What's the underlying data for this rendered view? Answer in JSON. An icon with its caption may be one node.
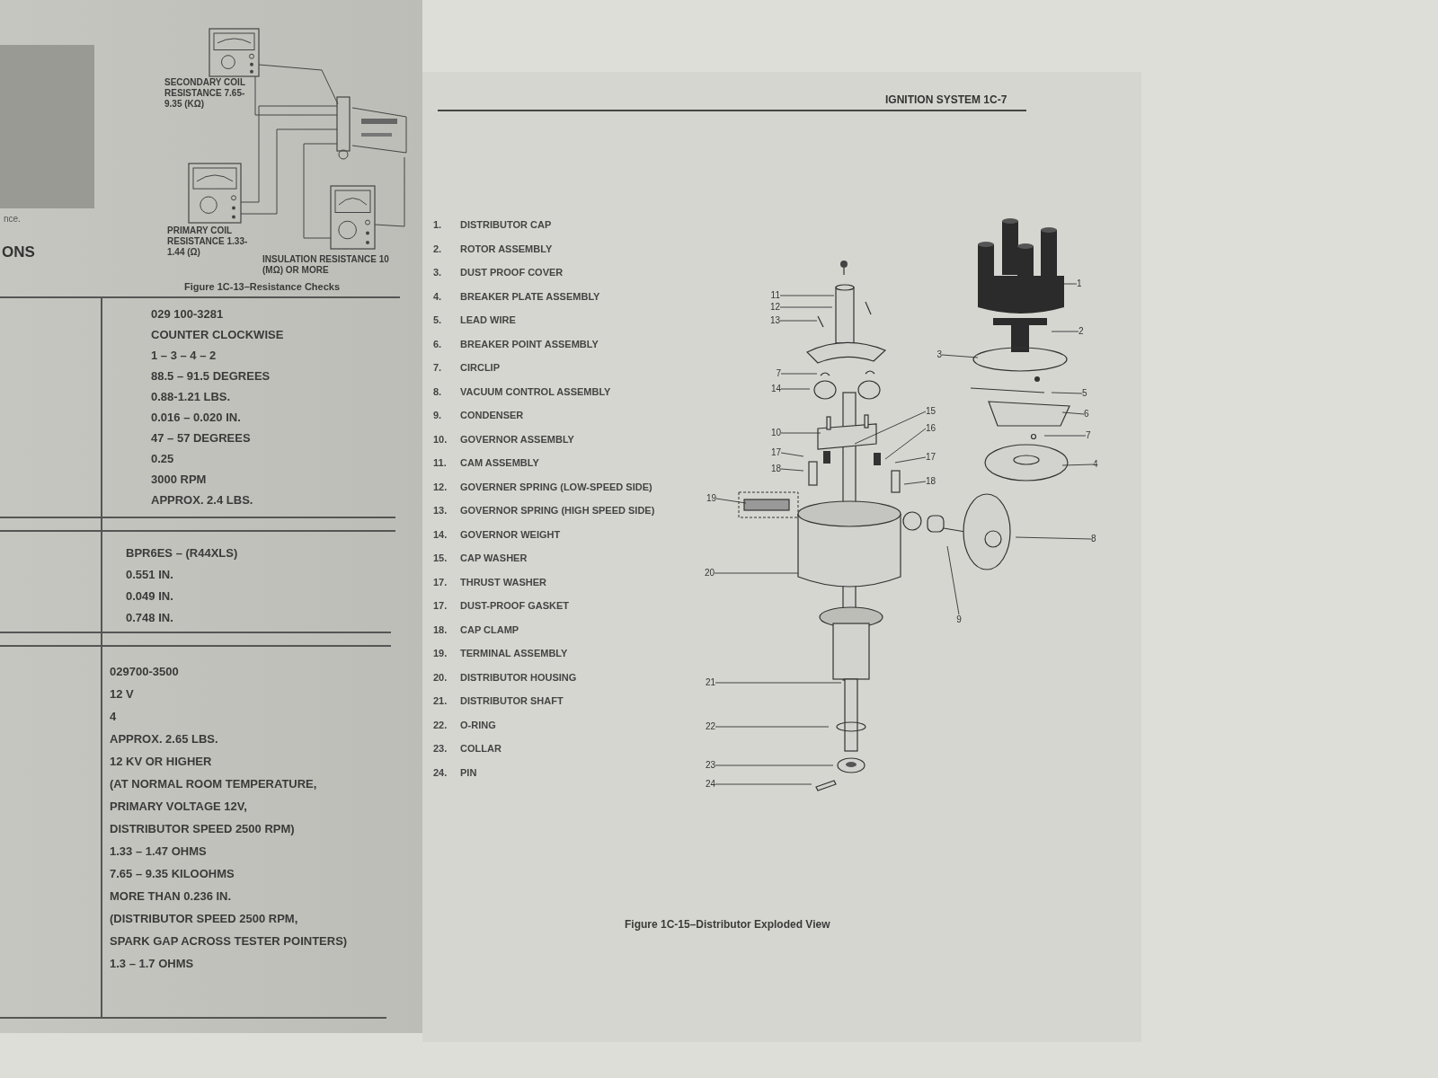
{
  "diagram": {
    "caption": "Figure 1C-15–Distributor Exploded View",
    "nodes": [
      {
        "text": [
          "1"
        ]
      },
      {
        "text": [
          "11"
        ]
      },
      {
        "text": [
          "12"
        ]
      },
      {
        "text": [
          "13"
        ]
      },
      {
        "text": [
          "2"
        ]
      },
      {
        "text": [
          "3"
        ]
      },
      {
        "text": [
          "7"
        ]
      },
      {
        "text": [
          "14"
        ]
      },
      {
        "text": [
          "5"
        ]
      },
      {
        "text": [
          "15"
        ]
      },
      {
        "text": [
          "6"
        ]
      },
      {
        "text": [
          "16"
        ]
      },
      {
        "text": [
          "10"
        ]
      },
      {
        "text": [
          "7"
        ]
      },
      {
        "text": [
          "17"
        ]
      },
      {
        "text": [
          "17"
        ]
      },
      {
        "text": [
          "4"
        ]
      },
      {
        "text": [
          "18"
        ]
      },
      {
        "text": [
          "18"
        ]
      },
      {
        "text": [
          "19"
        ]
      },
      {
        "text": [
          "8"
        ]
      },
      {
        "text": [
          "20"
        ]
      },
      {
        "text": [
          "9"
        ]
      },
      {
        "text": [
          "21"
        ]
      },
      {
        "text": [
          "22"
        ]
      },
      {
        "text": [
          "23"
        ]
      },
      {
        "text": [
          "24"
        ]
      }
    ],
    "edges": [
      {
        "from": 0,
        "to": null,
        "arrow": "none"
      },
      {
        "from": 1,
        "to": null,
        "arrow": "none"
      },
      {
        "from": 2,
        "to": null,
        "arrow": "none"
      },
      {
        "from": 3,
        "to": null,
        "arrow": "none"
      },
      {
        "from": 4,
        "to": null,
        "arrow": "none"
      },
      {
        "from": 5,
        "to": null,
        "arrow": "none"
      },
      {
        "from": 6,
        "to": null,
        "arrow": "none"
      },
      {
        "from": 7,
        "to": null,
        "arrow": "none"
      },
      {
        "from": 8,
        "to": null,
        "arrow": "none"
      },
      {
        "from": 9,
        "to": null,
        "arrow": "none"
      },
      {
        "from": 10,
        "to": null,
        "arrow": "none"
      },
      {
        "from": 11,
        "to": null,
        "arrow": "none"
      },
      {
        "from": 12,
        "to": null,
        "arrow": "none"
      },
      {
        "from": 13,
        "to": null,
        "arrow": "none"
      },
      {
        "from": 14,
        "to": null,
        "arrow": "none"
      },
      {
        "from": 15,
        "to": null,
        "arrow": "none"
      },
      {
        "from": 16,
        "to": null,
        "arrow": "none"
      },
      {
        "from": 17,
        "to": null,
        "arrow": "none"
      },
      {
        "from": 18,
        "to": null,
        "arrow": "none"
      },
      {
        "from": 19,
        "to": null,
        "arrow": "none"
      },
      {
        "from": 20,
        "to": null,
        "arrow": "none"
      },
      {
        "from": 21,
        "to": null,
        "arrow": "none"
      },
      {
        "from": 22,
        "to": null,
        "arrow": "none"
      },
      {
        "from": 23,
        "to": null,
        "arrow": "none"
      },
      {
        "from": 24,
        "to": null,
        "arrow": "none"
      },
      {
        "from": 25,
        "to": null,
        "arrow": "none"
      },
      {
        "from": 26,
        "to": null,
        "arrow": "none"
      }
    ],
    "labels": [
      "nce.",
      "SECONDARY COIL RESISTANCE 7.65-9.35 (KΩ)",
      "PRIMARY COIL RESISTANCE 1.33-1.44 (Ω)",
      "INSULATION RESISTANCE 10 (MΩ) OR MORE",
      "ONS",
      "Figure 1C-13–Resistance Checks",
      "029 100-3281",
      "COUNTER CLOCKWISE",
      "1 – 3 – 4 – 2",
      "88.5 – 91.5 DEGREES",
      "0.88-1.21 LBS.",
      "0.016 – 0.020 IN.",
      "47 – 57 DEGREES",
      "0.25",
      "3000 RPM",
      "APPROX. 2.4 LBS.",
      "BPR6ES – (R44XLS)",
      "0.551 IN.",
      "0.049 IN.",
      "0.748 IN.",
      "029700-3500",
      "12 V",
      "4",
      "APPROX. 2.65 LBS.",
      "12 KV OR HIGHER",
      "(AT NORMAL ROOM TEMPERATURE,",
      "PRIMARY VOLTAGE 12V,",
      "DISTRIBUTOR SPEED 2500 RPM)",
      "1.33 – 1.47 OHMS",
      "7.65 – 9.35 KILOOHMS",
      "MORE THAN 0.236 IN.",
      "(DISTRIBUTOR SPEED 2500 RPM,",
      "SPARK GAP ACROSS TESTER POINTERS)",
      "1.3 – 1.7 OHMS",
      "IGNITION SYSTEM 1C-7",
      "1.",
      "DISTRIBUTOR CAP",
      "2.",
      "ROTOR ASSEMBLY",
      "3.",
      "DUST PROOF COVER",
      "4.",
      "BREAKER PLATE ASSEMBLY",
      "5.",
      "LEAD WIRE",
      "6.",
      "BREAKER POINT ASSEMBLY",
      "7.",
      "CIRCLIP",
      "8.",
      "VACUUM CONTROL ASSEMBLY",
      "9.",
      "CONDENSER",
      "10.",
      "GOVERNOR ASSEMBLY",
      "11.",
      "CAM ASSEMBLY",
      "12.",
      "GOVERNER SPRING (LOW-SPEED SIDE)",
      "13.",
      "GOVERNOR SPRING (HIGH SPEED SIDE)",
      "14.",
      "GOVERNOR WEIGHT",
      "15.",
      "CAP WASHER",
      "17.",
      "THRUST WASHER",
      "17.",
      "DUST-PROOF GASKET",
      "18.",
      "CAP CLAMP",
      "19.",
      "TERMINAL ASSEMBLY",
      "20.",
      "DISTRIBUTOR HOUSING",
      "21.",
      "DISTRIBUTOR SHAFT",
      "22.",
      "O-RING",
      "23.",
      "COLLAR",
      "24.",
      "PIN"
    ]
  }
}
